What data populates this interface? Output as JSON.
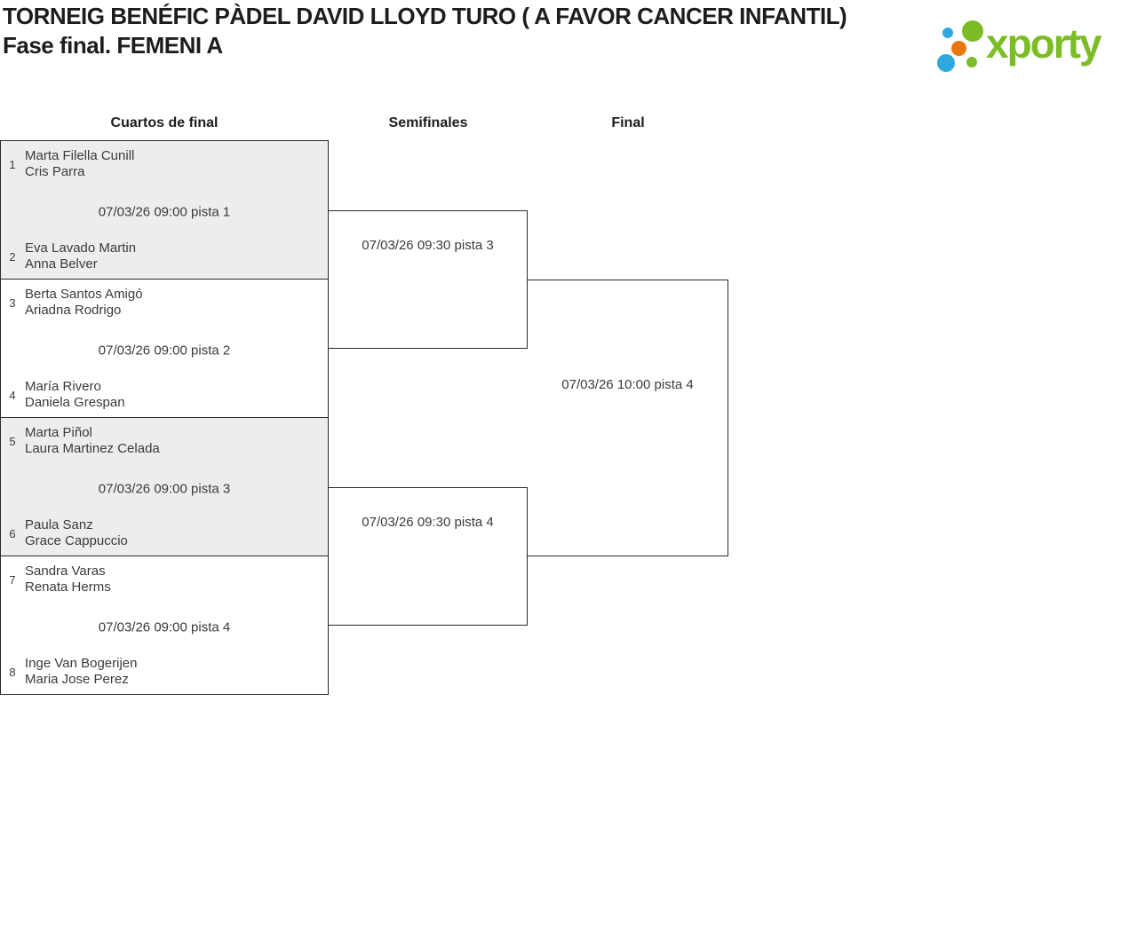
{
  "header": {
    "title": "TORNEIG BENÉFIC PÀDEL DAVID LLOYD TURO ( A FAVOR CANCER INFANTIL)",
    "subtitle": "Fase final. FEMENI A"
  },
  "logo": {
    "brand": "xporty",
    "colors": {
      "green": "#7cbd27",
      "blue": "#2ea9e0",
      "orange": "#e97710"
    }
  },
  "bracket": {
    "round_headers": [
      "Cuartos de final",
      "Semifinales",
      "Final"
    ],
    "quarterfinals": [
      {
        "seed_top": "1",
        "players_top": [
          "Marta Filella Cunill",
          "Cris Parra"
        ],
        "time": "07/03/26 09:00 pista 1",
        "seed_bottom": "2",
        "players_bottom": [
          "Eva Lavado Martin",
          "Anna Belver"
        ]
      },
      {
        "seed_top": "3",
        "players_top": [
          "Berta Santos Amigó",
          "Ariadna Rodrigo"
        ],
        "time": "07/03/26 09:00 pista 2",
        "seed_bottom": "4",
        "players_bottom": [
          "María Rivero",
          "Daniela Grespan"
        ]
      },
      {
        "seed_top": "5",
        "players_top": [
          "Marta Piñol",
          "Laura Martinez Celada"
        ],
        "time": "07/03/26 09:00 pista 3",
        "seed_bottom": "6",
        "players_bottom": [
          "Paula Sanz",
          "Grace Cappuccio"
        ]
      },
      {
        "seed_top": "7",
        "players_top": [
          "Sandra Varas",
          "Renata Herms"
        ],
        "time": "07/03/26 09:00 pista 4",
        "seed_bottom": "8",
        "players_bottom": [
          "Inge Van Bogerijen",
          "Maria Jose Perez"
        ]
      }
    ],
    "semifinals": [
      {
        "time": "07/03/26 09:30 pista 3"
      },
      {
        "time": "07/03/26 09:30 pista 4"
      }
    ],
    "final": {
      "time": "07/03/26 10:00 pista 4"
    }
  }
}
